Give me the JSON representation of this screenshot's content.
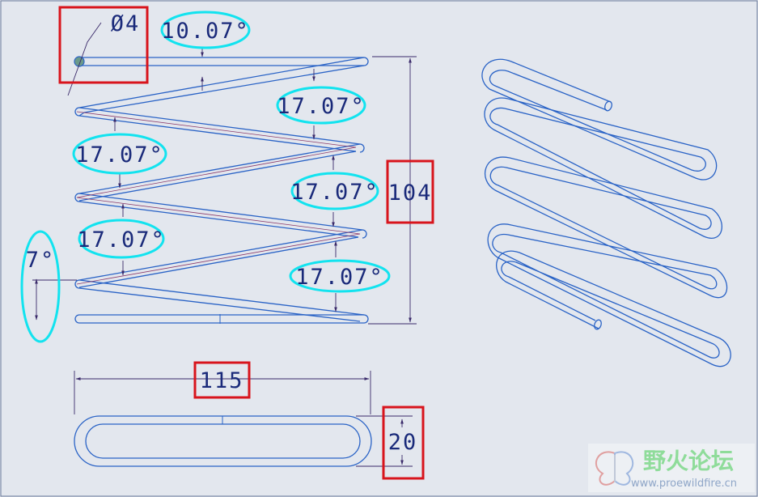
{
  "dimensions": {
    "diameter": "Ø4",
    "angle_top": "10.07°",
    "angle_right_1": "17.07°",
    "angle_left_1": "17.07°",
    "angle_right_2": "17.07°",
    "angle_left_2": "17.07°",
    "angle_right_3": "17.07°",
    "angle_bottom_left": "7°",
    "height": "104",
    "width": "115",
    "depth": "20"
  },
  "watermark": {
    "site_name": "野火论坛",
    "url": "www.proewildfire.cn"
  },
  "colors": {
    "background": "#e3e7ee",
    "wire": "#2a63c6",
    "highlight_ellipse": "#12e3ef",
    "highlight_box": "#d8141c",
    "dimension_text": "#1a2a7a"
  }
}
